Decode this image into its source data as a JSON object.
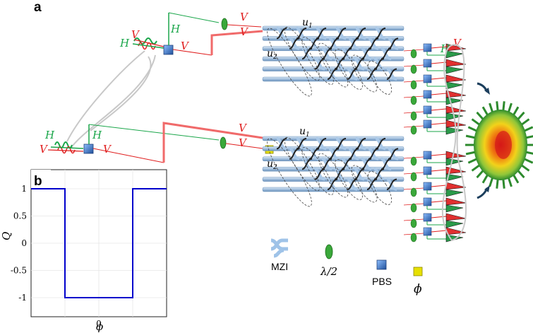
{
  "panels": {
    "a": "a",
    "b": "b"
  },
  "pol": {
    "H": "H",
    "V": "V"
  },
  "units": {
    "u1": "u",
    "u1_sub": "1",
    "u2": "u",
    "u2_sub": "2"
  },
  "legend": {
    "mzi": "MZI",
    "half_wave": "λ/2",
    "pbs": "PBS",
    "phi": "ϕ"
  },
  "colors": {
    "h_green": "#1aa64a",
    "v_red": "#e02020",
    "waveguide": "#8fb3d6",
    "pbs_blue": "#3b78c8",
    "plate_green": "#3aa83a",
    "phase_yellow": "#e7e000",
    "q_line": "#0000cc"
  },
  "chart_data": {
    "type": "line",
    "title": "",
    "xlabel": "ϕ",
    "ylabel": "Q",
    "x_tick_labels": [
      "0"
    ],
    "y_tick_labels": [
      "1",
      "0.5",
      "0",
      "-0.5",
      "-1"
    ],
    "ylim": [
      -1.35,
      1.35
    ],
    "grid": true,
    "series": [
      {
        "x": [
          -1,
          -0.5,
          -0.5,
          0.5,
          0.5,
          1
        ],
        "y": [
          1,
          1,
          -1,
          -1,
          1,
          1
        ]
      }
    ]
  }
}
